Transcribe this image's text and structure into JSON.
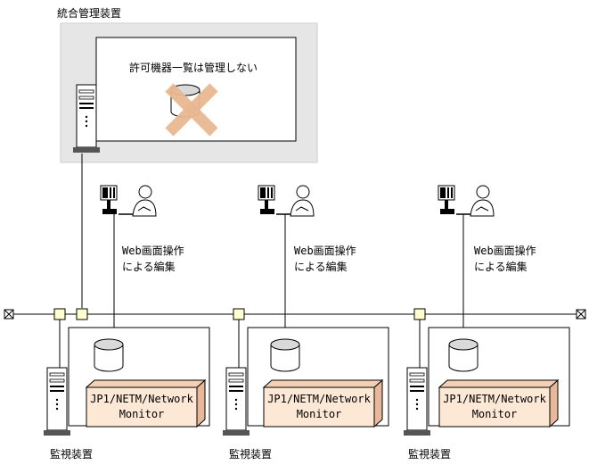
{
  "integrated_manager": {
    "title": "統合管理装置",
    "note": "許可機器一覧は管理しない"
  },
  "edit_label": {
    "line1": "Web画面操作",
    "line2": "による編集"
  },
  "monitors": [
    {
      "product_line1": "JP1/NETM/Network",
      "product_line2": "Monitor",
      "label": "監視装置"
    },
    {
      "product_line1": "JP1/NETM/Network",
      "product_line2": "Monitor",
      "label": "監視装置"
    },
    {
      "product_line1": "JP1/NETM/Network",
      "product_line2": "Monitor",
      "label": "監視装置"
    }
  ],
  "colors": {
    "manager_panel": "#e6e6e6",
    "product_box": "#fde8d6",
    "product_box_side": "#e8b89a",
    "x_mark": "#e8b892",
    "node": "#ffffd0"
  }
}
